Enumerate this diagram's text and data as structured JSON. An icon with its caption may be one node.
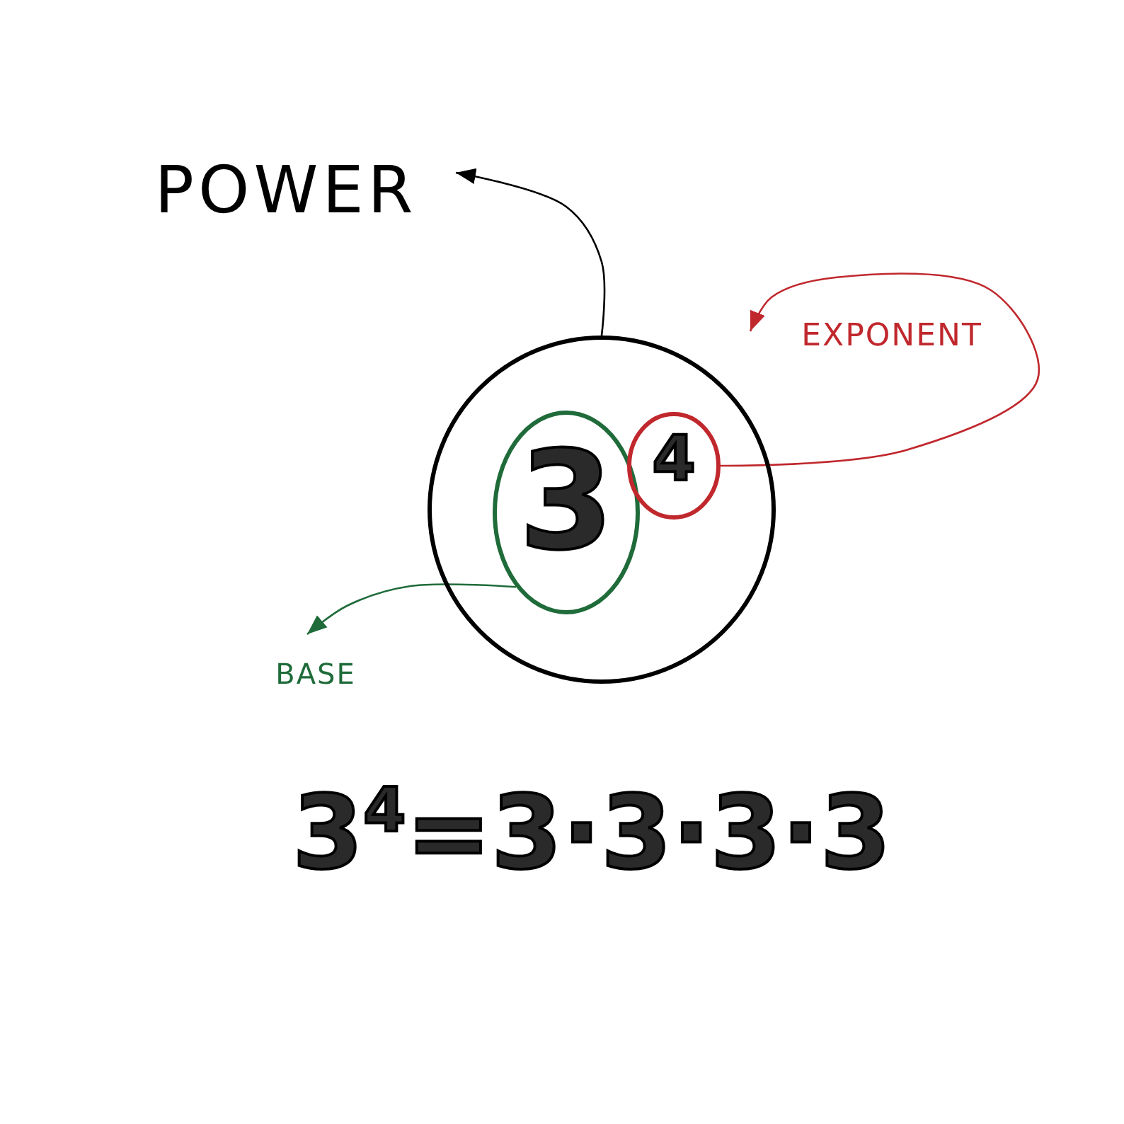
{
  "diagram": {
    "nodes": [
      {
        "text": [
          "POWER"
        ]
      },
      {
        "text": [],
        "shape": "circle"
      },
      {
        "text": [
          "3"
        ],
        "in": 1
      },
      {
        "text": [
          "4"
        ],
        "in": 1
      },
      {
        "text": [
          "EXPONENT"
        ]
      },
      {
        "text": [
          "BASE"
        ]
      }
    ],
    "edges": [
      {
        "from": 1,
        "to": 0,
        "arrow": "to"
      },
      {
        "from": 3,
        "to": 4,
        "arrow": "to",
        "color": "#c0282d"
      },
      {
        "from": 2,
        "to": 5,
        "arrow": "to",
        "color": "#1f6b3a"
      }
    ],
    "labels": [
      "3$^{4}$=3·3·3·3"
    ]
  }
}
